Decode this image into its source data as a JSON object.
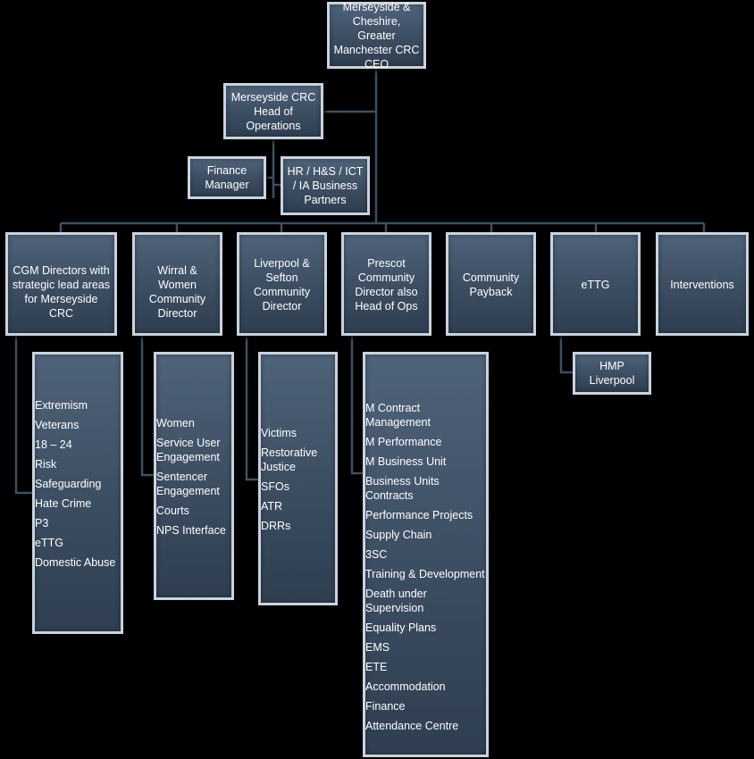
{
  "ceo": {
    "label": "Merseyside & Cheshire, Greater Manchester CRC CEO"
  },
  "head_of_operations": {
    "label": "Merseyside CRC Head of Operations"
  },
  "finance_manager": {
    "label": "Finance Manager"
  },
  "business_partners": {
    "label": "HR / H&S / ICT / IA Business Partners"
  },
  "directors": [
    {
      "label": "CGM Directors with strategic lead areas for Merseyside CRC"
    },
    {
      "label": "Wirral & Women Community Director"
    },
    {
      "label": "Liverpool & Sefton Community Director"
    },
    {
      "label": "Prescot Community Director also Head of Ops"
    },
    {
      "label": "Community Payback"
    },
    {
      "label": "eTTG"
    },
    {
      "label": "Interventions"
    }
  ],
  "cgm_areas": [
    "Extremism",
    "Veterans",
    "18 – 24",
    "Risk",
    "Safeguarding",
    "Hate Crime",
    "P3",
    "eTTG",
    "Domestic Abuse"
  ],
  "wirral_areas": [
    "Women",
    "Service User Engagement",
    "Sentencer Engagement",
    "Courts",
    "NPS Interface"
  ],
  "liverpool_areas": [
    "Victims",
    "Restorative Justice",
    "SFOs",
    "ATR",
    "DRRs"
  ],
  "prescot_areas": [
    "M Contract Management",
    "M Performance",
    "M Business Unit",
    "Business Units Contracts",
    "Performance Projects",
    "Supply Chain",
    "3SC",
    "Training & Development",
    "Death under Supervision",
    "Equality Plans",
    "EMS",
    "ETE",
    "Accommodation",
    "Finance",
    "Attendance Centre"
  ],
  "ettg_sub": {
    "label": "HMP Liverpool"
  }
}
